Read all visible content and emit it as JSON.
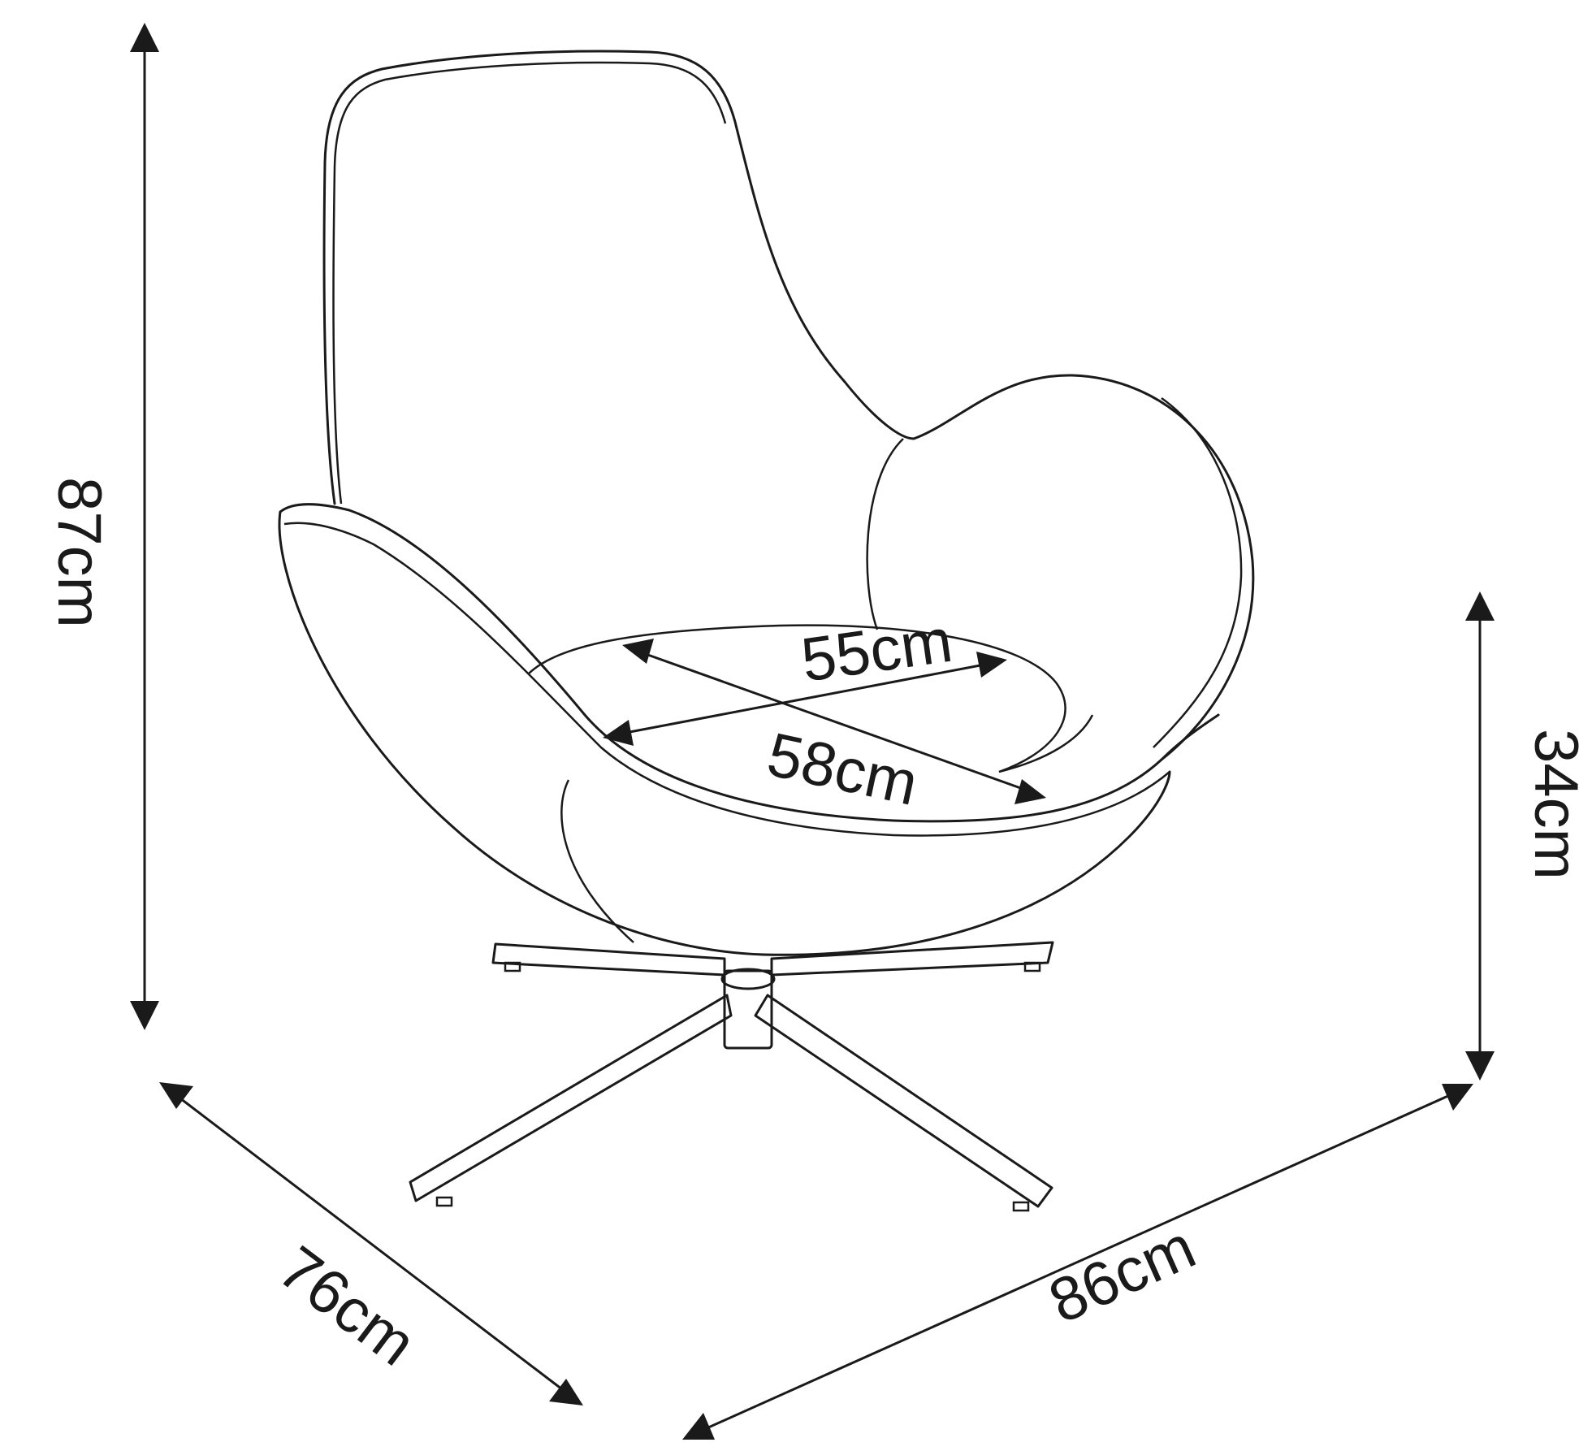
{
  "dimensions": {
    "height": "87cm",
    "seat_height": "34cm",
    "depth": "76cm",
    "width": "86cm",
    "seat_depth": "55cm",
    "seat_width": "58cm"
  },
  "colors": {
    "line": "#1a1a1a",
    "background": "#ffffff"
  }
}
